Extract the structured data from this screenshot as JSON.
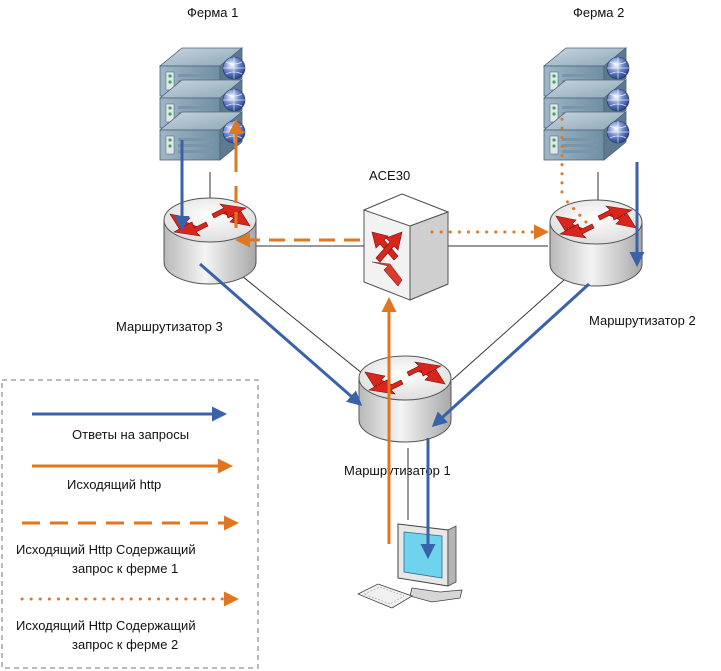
{
  "nodes": {
    "farm1": "Ферма 1",
    "farm2": "Ферма 2",
    "ace": "ACE30",
    "router1": "Маршрутизатор 1",
    "router2": "Маршрутизатор 2",
    "router3": "Маршрутизатор 3"
  },
  "legend": {
    "responses": "Ответы на запросы",
    "outgoing_http": "Исходящий http",
    "farm1_line1": "Исходящий Http Содержащий",
    "farm1_line2": "запрос к ферме 1",
    "farm2_line1": "Исходящий Http Содержащий",
    "farm2_line2": "запрос к ферме 2"
  },
  "colors": {
    "responses": "#3a62a8",
    "http": "#e0761f",
    "router_arrow": "#d9261c"
  }
}
